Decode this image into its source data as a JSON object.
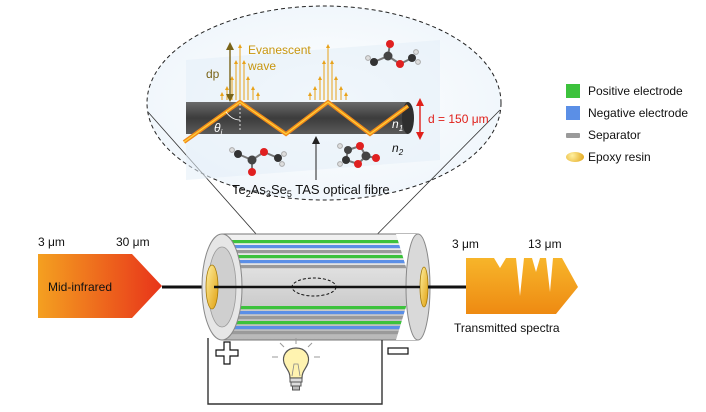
{
  "inset": {
    "evanescent_line1": "Evanescent",
    "evanescent_line2": "wave",
    "dp": "dp",
    "theta": "θ",
    "theta_sub": "i",
    "n1": "n",
    "n1_sub": "1",
    "n2": "n",
    "n2_sub": "2",
    "diameter": "d = 150 μm",
    "fibre_label": {
      "te": "Te",
      "te_sub": "2",
      "as": "As",
      "as_sub": "3",
      "se": "Se",
      "se_sub": "5",
      "rest": " TAS optical fibre"
    }
  },
  "input": {
    "start": "3 μm",
    "end": "30 μm",
    "label": "Mid-infrared"
  },
  "output": {
    "start": "3 μm",
    "end": "13 μm",
    "label": "Transmitted spectra"
  },
  "legend": [
    {
      "label": "Positive electrode",
      "color": "#3cc23c",
      "shape": "square"
    },
    {
      "label": "Negative electrode",
      "color": "#5b8fe6",
      "shape": "square"
    },
    {
      "label": "Separator",
      "color": "#9a9a9a",
      "shape": "bar"
    },
    {
      "label": "Epoxy resin",
      "color": "#e9b21c",
      "shape": "ellipse"
    }
  ],
  "colors": {
    "wave": "#e8a21a",
    "dp_arrow": "#7a6418",
    "diameter": "#e0201a",
    "fibre": "#4a4a4a",
    "ray": "#f28a1a"
  }
}
